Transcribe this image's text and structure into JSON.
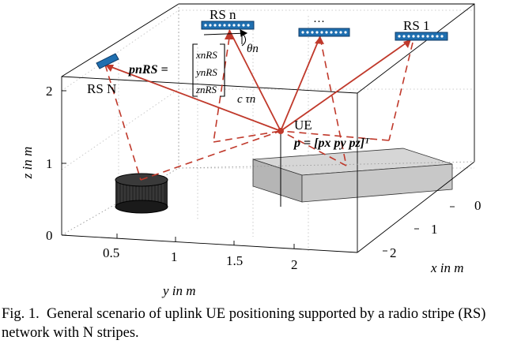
{
  "figure": {
    "rs_labels": {
      "rs_n": "RS n",
      "rs_1": "RS 1",
      "rs_N": "RS N",
      "dots": "···"
    },
    "ue_label": "UE",
    "position_vector": "p = [px py pz]ᵀ",
    "rs_position_lhs": "pnRS =",
    "rs_position_entries": [
      "xnRS",
      "ynRS",
      "znRS"
    ],
    "angle_label": "θn",
    "distance_label": "c τn",
    "z_axis": {
      "label": "z in m",
      "ticks": [
        "0",
        "1",
        "2"
      ]
    },
    "y_axis": {
      "label": "y in m",
      "ticks": [
        "0.5",
        "1",
        "1.5",
        "2"
      ]
    },
    "x_axis": {
      "label": "x in m",
      "ticks": [
        "0",
        "1",
        "2"
      ]
    },
    "colors": {
      "signal": "#c0392b",
      "stripe": "#1f6fb0",
      "obstacle": "#aaaaaa"
    }
  },
  "caption": "Fig. 1.  General scenario of uplink UE positioning supported by a radio stripe (RS) network with N stripes."
}
